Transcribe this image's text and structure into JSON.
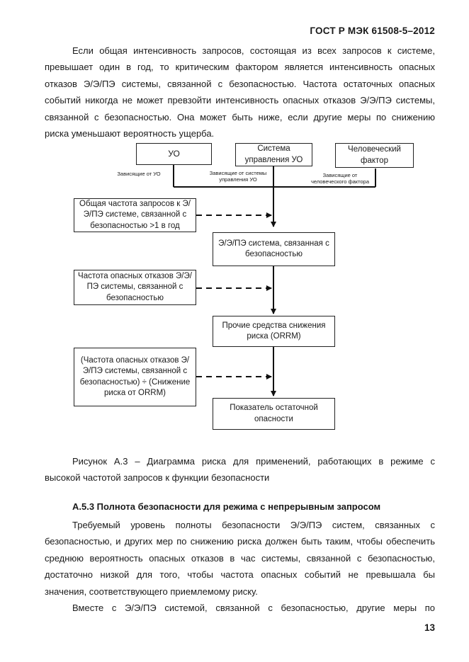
{
  "header": {
    "standard": "ГОСТ Р МЭК 61508-5–2012"
  },
  "intro": {
    "lines": [
      "Если общая интенсивность запросов, состоящая из всех запросов к системе,",
      "превышает один в год, то критическим фактором является интенсивность опасных",
      "отказов Э/Э/ПЭ системы, связанной с безопасностью. Частота остаточных опасных",
      "событий никогда не может превзойти интенсивность опасных отказов Э/Э/ПЭ системы,",
      "связанной с безопасностью. Она может быть ниже, если другие меры по снижению",
      "риска уменьшают вероятность ущерба."
    ]
  },
  "diagram": {
    "top_boxes": {
      "uo": "УО",
      "control_system": "Система управления УО",
      "human": "Человеческий фактор"
    },
    "dependencies": {
      "uo": "Зависящие от УО",
      "control_system": "Зависящие от системы управления УО",
      "human": "Зависящие от человеческого фактора"
    },
    "inputs": {
      "demand_rate": "Общая частота запросов к Э/Э/ПЭ системе, связанной с безопасностью >1 в год",
      "failure_rate": "Частота опасных отказов Э/Э/ПЭ системы, связанной с безопасностью",
      "ratio": "(Частота опасных отказов Э/Э/ПЭ системы, связанной с безопасностью) ÷ (Снижение риска от ORRM)"
    },
    "flow": {
      "system": "Э/Э/ПЭ система, связанная с безопасностью",
      "orrm": "Прочие средства снижения риска (ORRM)",
      "residual": "Показатель остаточной опасности"
    }
  },
  "figure_caption": {
    "lines": [
      "Рисунок А.3 – Диаграмма риска для применений, работающих в режиме с",
      "высокой частотой запросов к функции безопасности"
    ]
  },
  "section": {
    "title": "А.5.3 Полнота безопасности для режима с непрерывным запросом",
    "lines": [
      "Требуемый уровень полноты безопасности Э/Э/ПЭ систем, связанных с",
      "безопасностью, и других мер по снижению риска должен быть таким, чтобы обеспечить",
      "среднюю вероятность опасных отказов в час системы, связанной с безопасностью,",
      "достаточно низкой для того, чтобы частота опасных событий не превышала бы",
      "значения, соответствующего приемлемому риску.",
      "Вместе с Э/Э/ПЭ системой, связанной с безопасностью, другие меры по"
    ]
  },
  "page_number": "13"
}
